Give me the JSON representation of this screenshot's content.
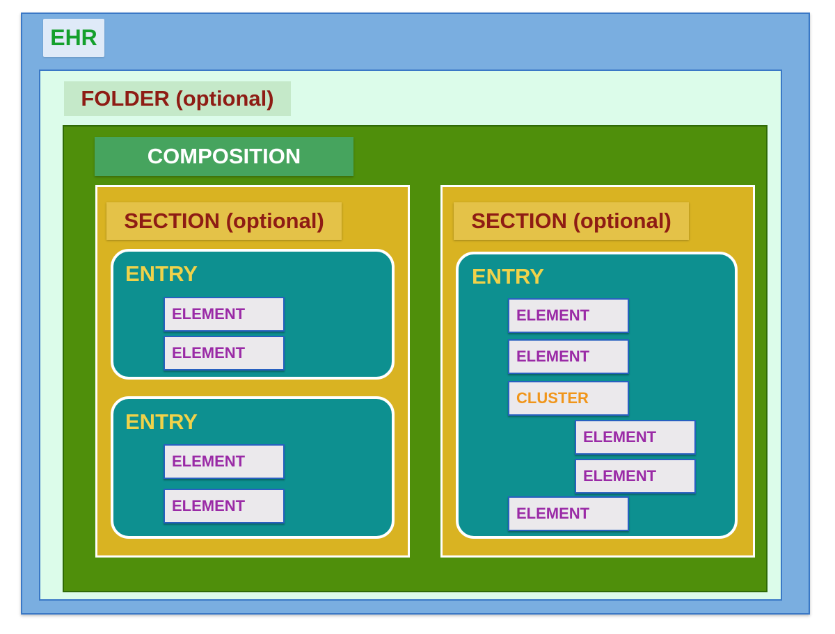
{
  "ehr": {
    "label": "EHR"
  },
  "folder": {
    "label": "FOLDER (optional)"
  },
  "composition": {
    "label": "COMPOSITION"
  },
  "sections": [
    {
      "label": "SECTION (optional)",
      "entries": [
        {
          "label": "ENTRY",
          "items": [
            "ELEMENT",
            "ELEMENT"
          ]
        },
        {
          "label": "ENTRY",
          "items": [
            "ELEMENT",
            "ELEMENT"
          ]
        }
      ]
    },
    {
      "label": "SECTION (optional)",
      "entries": [
        {
          "label": "ENTRY",
          "items": [
            "ELEMENT",
            "ELEMENT",
            "CLUSTER",
            "ELEMENT",
            "ELEMENT",
            "ELEMENT"
          ]
        }
      ]
    }
  ],
  "colors": {
    "ehr_bg": "#7aaee0",
    "folder_bg": "#dcfcea",
    "composition_bg": "#4f8f0b",
    "section_bg": "#d9b322",
    "entry_bg": "#0d9090",
    "element_text": "#9a2aa6",
    "cluster_text": "#f0951a"
  }
}
